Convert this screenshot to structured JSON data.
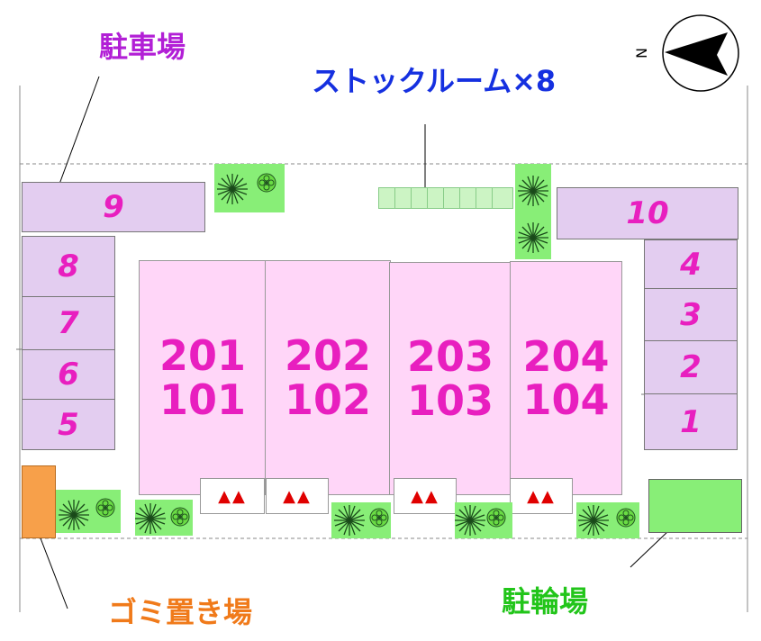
{
  "labels": {
    "parking": "駐車場",
    "storage": "ストックルーム×8",
    "garbage": "ゴミ置き場",
    "bicycle": "駐輪場",
    "north": "N"
  },
  "parking_spaces": [
    "9",
    "8",
    "7",
    "6",
    "5",
    "10",
    "4",
    "3",
    "2",
    "1"
  ],
  "units": [
    {
      "upper": "201",
      "lower": "101"
    },
    {
      "upper": "202",
      "lower": "102"
    },
    {
      "upper": "203",
      "lower": "103"
    },
    {
      "upper": "204",
      "lower": "104"
    }
  ],
  "entrance_marks": "▲▲",
  "colors": {
    "parking_label": "#b21fd6",
    "storage_label": "#1530e0",
    "garbage_label": "#f07a1a",
    "bicycle_label": "#22c51a",
    "unit_fill": "#ffd6f8",
    "parking_fill": "#e3cdf0",
    "number_text": "#e81fbf",
    "garbage_box": "#f7a04a",
    "green_area": "#88ee77"
  },
  "icons": [
    "compass-north-arrow-icon",
    "shrub-icon",
    "flower-icon",
    "triangle-icon"
  ]
}
